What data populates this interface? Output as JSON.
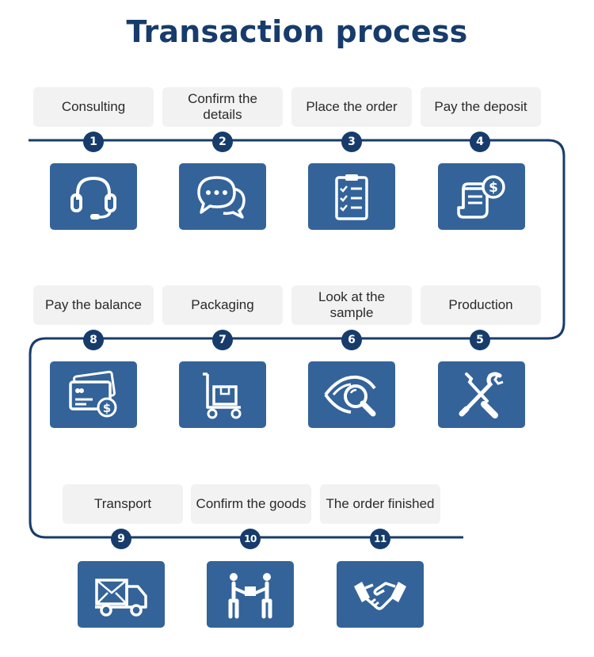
{
  "title": "Transaction process",
  "colors": {
    "primary": "#173c6b",
    "tile": "#336399",
    "label_bg": "#f2f2f2"
  },
  "steps": [
    {
      "number": "1",
      "label": "Consulting",
      "icon": "headset-icon"
    },
    {
      "number": "2",
      "label": "Confirm the details",
      "icon": "chat-bubbles-icon"
    },
    {
      "number": "3",
      "label": "Place the order",
      "icon": "clipboard-checklist-icon"
    },
    {
      "number": "4",
      "label": "Pay the deposit",
      "icon": "receipt-dollar-icon"
    },
    {
      "number": "5",
      "label": "Production",
      "icon": "wrench-screwdriver-icon"
    },
    {
      "number": "6",
      "label": "Look at the sample",
      "icon": "eye-magnifier-icon"
    },
    {
      "number": "7",
      "label": "Packaging",
      "icon": "hand-truck-box-icon"
    },
    {
      "number": "8",
      "label": "Pay the balance",
      "icon": "credit-cards-dollar-icon"
    },
    {
      "number": "9",
      "label": "Transport",
      "icon": "delivery-truck-icon"
    },
    {
      "number": "10",
      "label": "Confirm the goods",
      "icon": "handover-people-icon"
    },
    {
      "number": "11",
      "label": "The order finished",
      "icon": "handshake-icon"
    }
  ]
}
